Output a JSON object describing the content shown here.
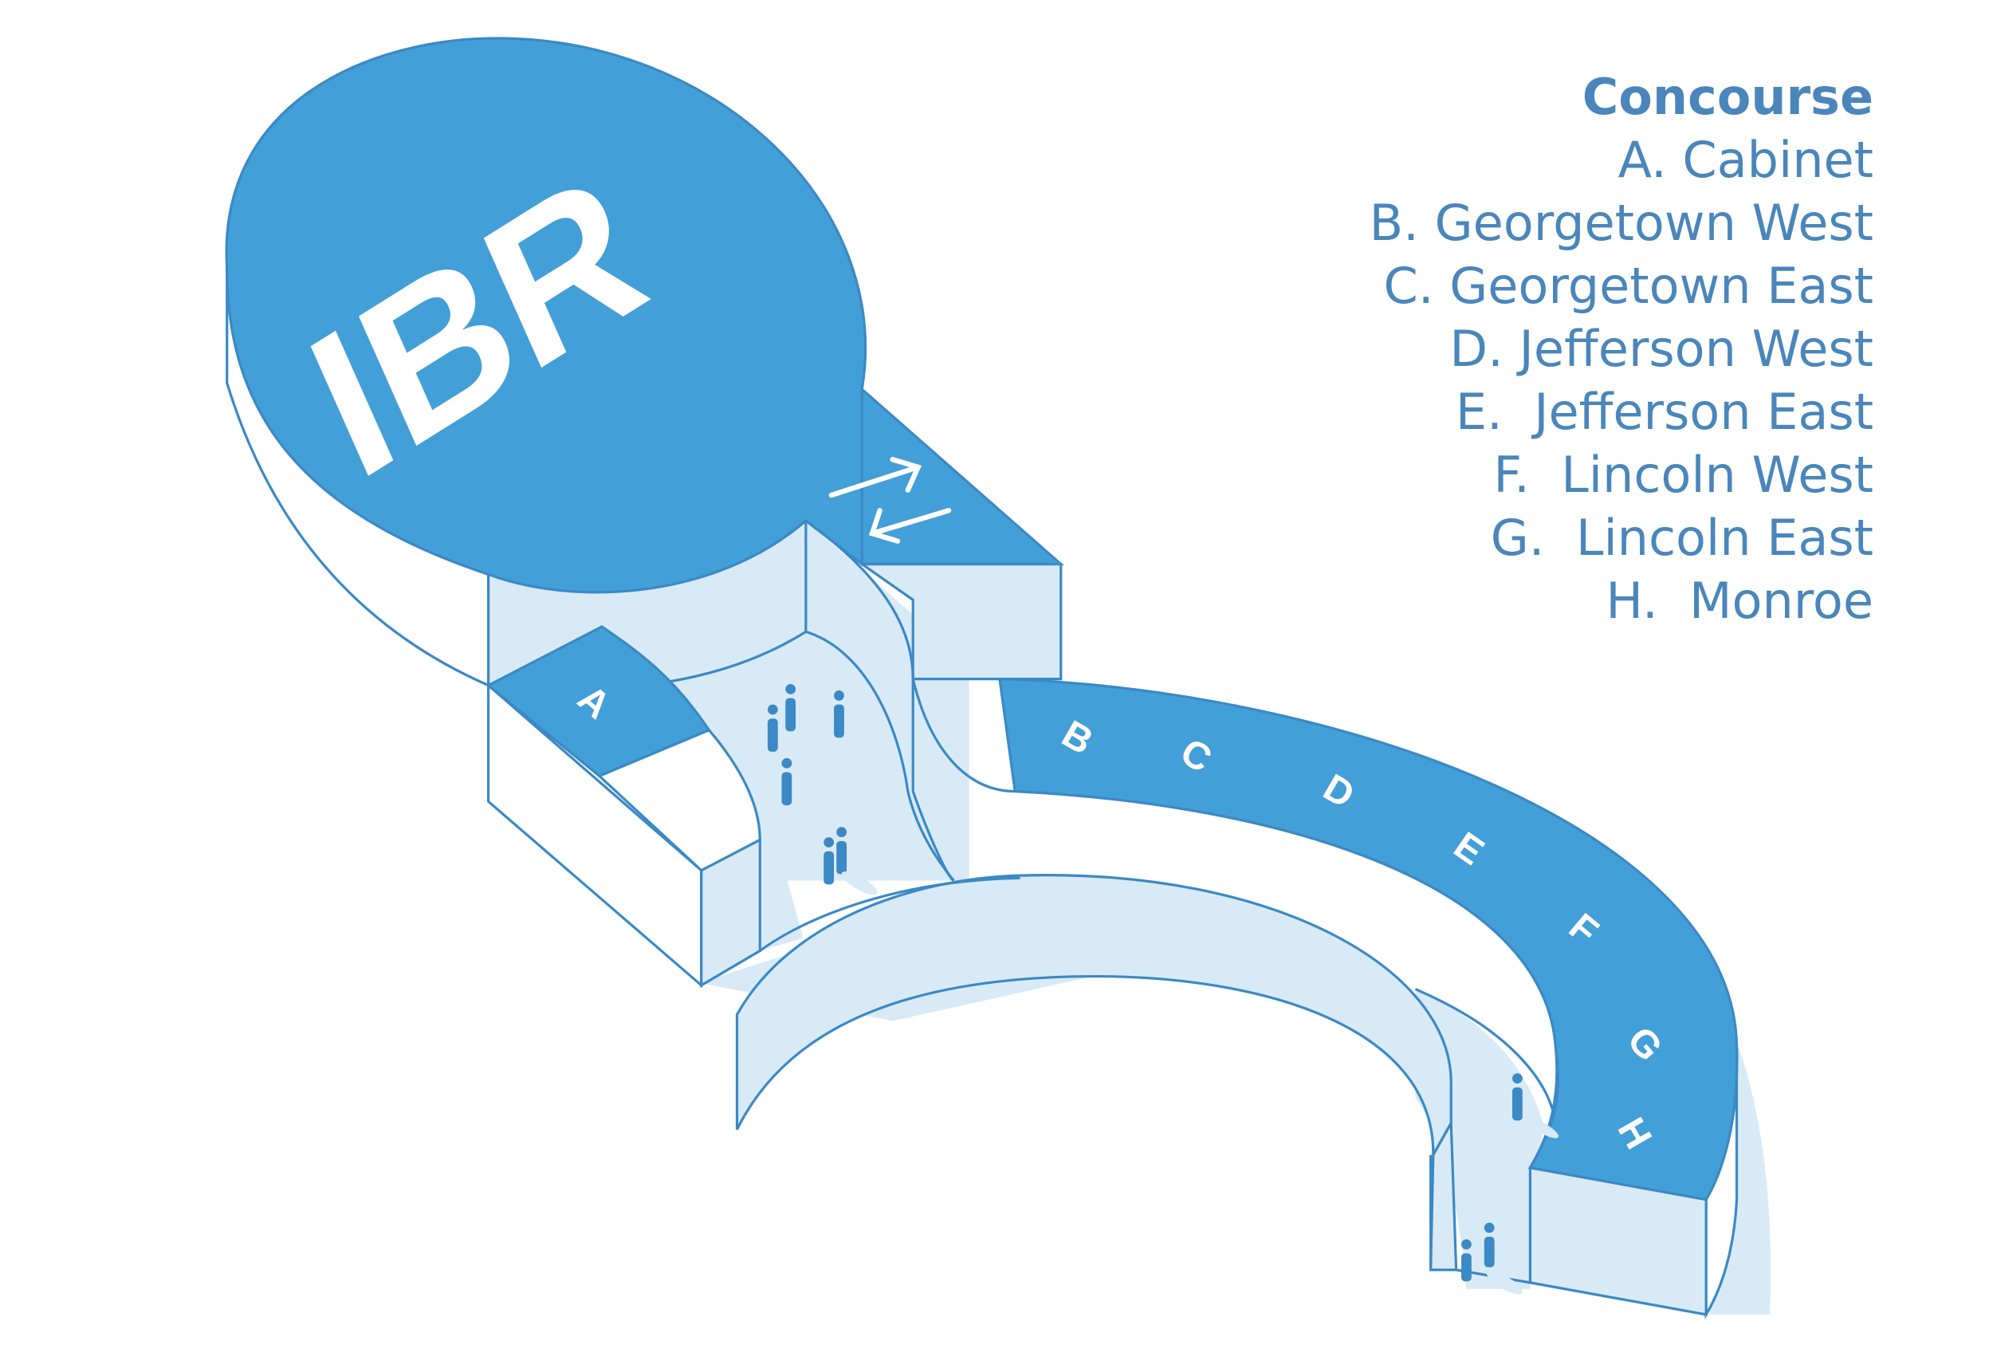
{
  "hub": {
    "label": "IBR"
  },
  "legend": {
    "title": "Concourse",
    "items": [
      "A. Cabinet",
      "B. Georgetown West",
      "C. Georgetown East",
      "D. Jefferson West",
      "E.  Jefferson East",
      "F.  Lincoln West",
      "G.  Lincoln East",
      "H.  Monroe"
    ]
  },
  "ring_labels": [
    "B",
    "C",
    "D",
    "E",
    "F",
    "G",
    "H"
  ],
  "wing_label": "A",
  "colors": {
    "blue": "#439fd8",
    "pale": "#d9eaf7",
    "line": "#3b89c5",
    "legend_text": "#4a86bb",
    "white": "#ffffff"
  }
}
